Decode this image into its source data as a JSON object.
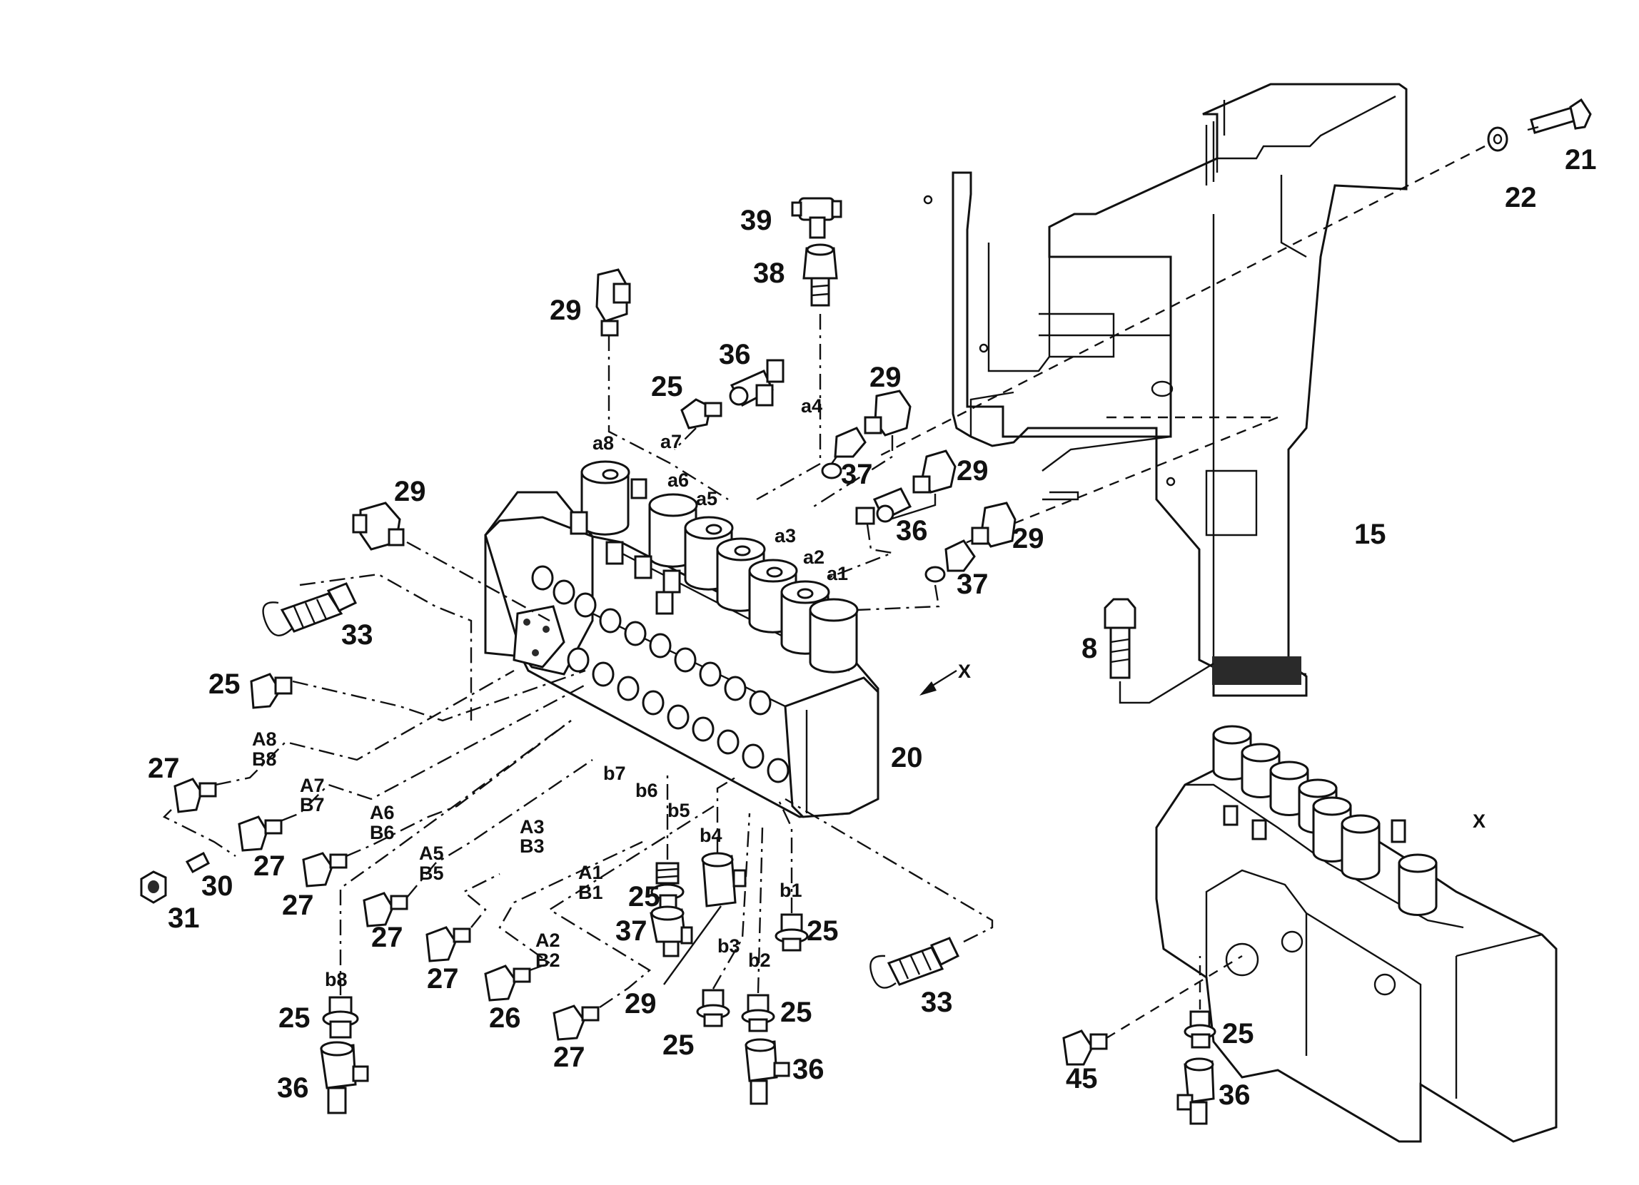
{
  "callouts": {
    "c21": "21",
    "c22": "22",
    "c15": "15",
    "c8": "8",
    "c20": "20",
    "c39": "39",
    "c38": "38",
    "c29a": "29",
    "c36a": "36",
    "c25a": "25",
    "c29b": "29",
    "c37a": "37",
    "c29c": "29",
    "c36b": "36",
    "c29d": "29",
    "c37b": "37",
    "c29e": "29",
    "c33a": "33",
    "c25b": "25",
    "c27a": "27",
    "c27b": "27",
    "c27c": "27",
    "c30": "30",
    "c31": "31",
    "c27d": "27",
    "c27e": "27",
    "c26": "26",
    "c27f": "27",
    "c25c": "25",
    "c37c": "37",
    "c29f": "29",
    "c25d": "25",
    "c25e": "25",
    "c25f": "25",
    "c33b": "33",
    "c25g": "25",
    "c36c": "36",
    "c36d": "36",
    "c25h": "25",
    "c36e": "36",
    "c45": "45"
  },
  "port_labels": {
    "a1": "a1",
    "a2": "a2",
    "a3": "a3",
    "a4": "a4",
    "a5": "a5",
    "a6": "a6",
    "a7": "a7",
    "a8": "a8",
    "b1": "b1",
    "b2": "b2",
    "b3": "b3",
    "b4": "b4",
    "b5": "b5",
    "b6": "b6",
    "b7": "b7",
    "b8": "b8",
    "A8": "A8",
    "B8": "B8",
    "A7": "A7",
    "B7": "B7",
    "A6": "A6",
    "B6": "B6",
    "A5": "A5",
    "B5": "B5",
    "A3": "A3",
    "B3": "B3",
    "A1": "A1",
    "B1": "B1",
    "A2": "A2",
    "B2": "B2"
  },
  "view_labels": {
    "arrow_x": "X",
    "inset_x": "X"
  }
}
